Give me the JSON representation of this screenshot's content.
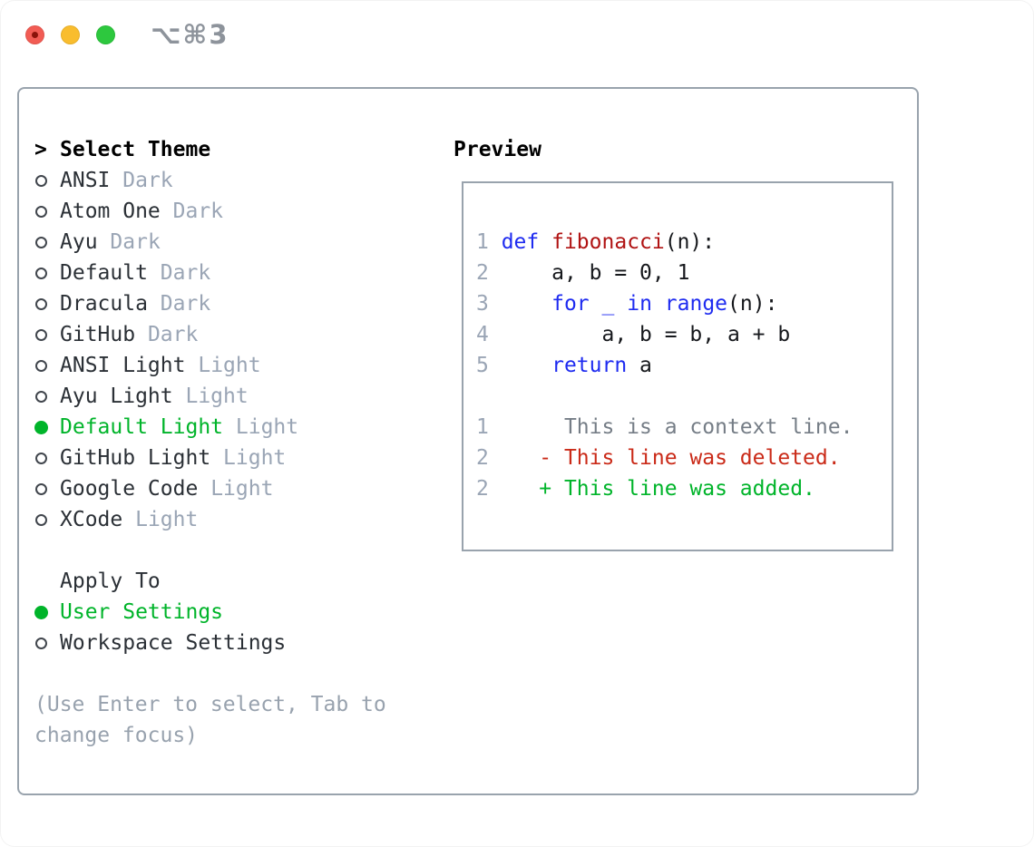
{
  "window": {
    "title": "⌥⌘3"
  },
  "theme_picker": {
    "pointer": ">",
    "heading": "Select Theme",
    "items": [
      {
        "label": "ANSI",
        "tag": "Dark",
        "selected": false
      },
      {
        "label": "Atom One",
        "tag": "Dark",
        "selected": false
      },
      {
        "label": "Ayu",
        "tag": "Dark",
        "selected": false
      },
      {
        "label": "Default",
        "tag": "Dark",
        "selected": false
      },
      {
        "label": "Dracula",
        "tag": "Dark",
        "selected": false
      },
      {
        "label": "GitHub",
        "tag": "Dark",
        "selected": false
      },
      {
        "label": "ANSI Light",
        "tag": "Light",
        "selected": false
      },
      {
        "label": "Ayu Light",
        "tag": "Light",
        "selected": false
      },
      {
        "label": "Default Light",
        "tag": "Light",
        "selected": true
      },
      {
        "label": "GitHub Light",
        "tag": "Light",
        "selected": false
      },
      {
        "label": "Google Code",
        "tag": "Light",
        "selected": false
      },
      {
        "label": "XCode",
        "tag": "Light",
        "selected": false
      }
    ],
    "apply_to": {
      "heading": "Apply To",
      "options": [
        {
          "label": "User Settings",
          "selected": true
        },
        {
          "label": "Workspace Settings",
          "selected": false
        }
      ]
    },
    "hint_lines": [
      "(Use Enter to select, Tab to",
      "change focus)"
    ]
  },
  "preview": {
    "heading": "Preview",
    "code_lines": [
      [
        {
          "t": "1 ",
          "c": "num"
        },
        {
          "t": "def",
          "c": "kw"
        },
        {
          "t": " ",
          "c": ""
        },
        {
          "t": "fibonacci",
          "c": "fn"
        },
        {
          "t": "(n):",
          "c": ""
        }
      ],
      [
        {
          "t": "2 ",
          "c": "num"
        },
        {
          "t": "    a, b = 0, 1",
          "c": ""
        }
      ],
      [
        {
          "t": "3 ",
          "c": "num"
        },
        {
          "t": "    ",
          "c": ""
        },
        {
          "t": "for",
          "c": "kw"
        },
        {
          "t": " ",
          "c": ""
        },
        {
          "t": "_",
          "c": "kw"
        },
        {
          "t": " ",
          "c": ""
        },
        {
          "t": "in",
          "c": "kw"
        },
        {
          "t": " ",
          "c": ""
        },
        {
          "t": "range",
          "c": "kw"
        },
        {
          "t": "(n):",
          "c": ""
        }
      ],
      [
        {
          "t": "4 ",
          "c": "num"
        },
        {
          "t": "        a, b = b, a + b",
          "c": ""
        }
      ],
      [
        {
          "t": "5 ",
          "c": "num"
        },
        {
          "t": "    ",
          "c": ""
        },
        {
          "t": "return",
          "c": "kw"
        },
        {
          "t": " a",
          "c": ""
        }
      ],
      [],
      [
        {
          "t": "1",
          "c": "num"
        },
        {
          "t": "      This is a context line.",
          "c": "ctx"
        }
      ],
      [
        {
          "t": "2",
          "c": "num"
        },
        {
          "t": "    ",
          "c": ""
        },
        {
          "t": "- This line was deleted.",
          "c": "del"
        }
      ],
      [
        {
          "t": "2",
          "c": "num"
        },
        {
          "t": "    ",
          "c": ""
        },
        {
          "t": "+ This line was added.",
          "c": "add"
        }
      ]
    ]
  },
  "colors": {
    "accent_green": "#00b42a",
    "keyword_blue": "#1e2bf0",
    "function_red": "#b01313",
    "deleted_red": "#ca2a18",
    "muted_gray": "#9aa5b5",
    "hint_gray": "#98a2ae",
    "context_gray": "#757d86",
    "border_gray": "#99a3ad",
    "traffic_red": "#f25c54",
    "traffic_yellow": "#f9bd2e",
    "traffic_green": "#2dc83e"
  }
}
